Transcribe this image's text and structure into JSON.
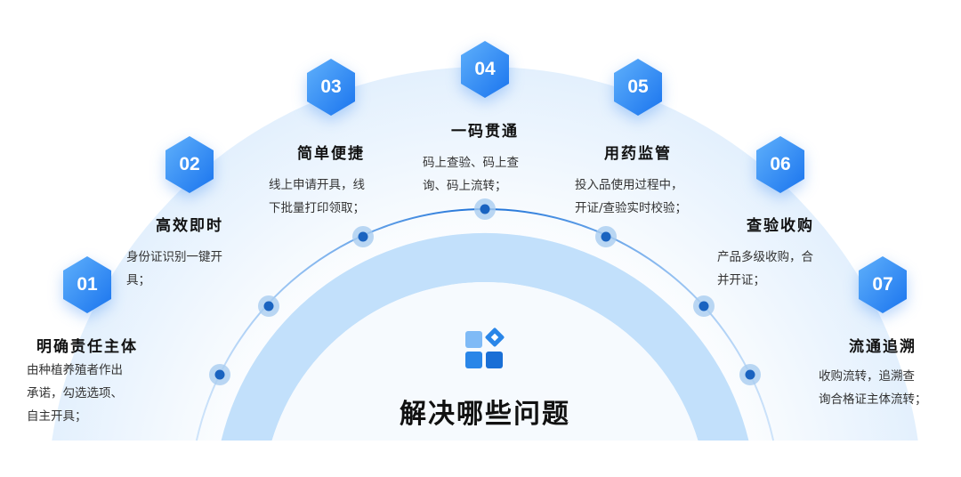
{
  "main_title": "解决哪些问题",
  "center_icon": "apps-grid-icon",
  "colors": {
    "accent": "#1e7ff0",
    "dot": "#1a63c0",
    "band": "#c2e0fb"
  },
  "items": [
    {
      "num": "01",
      "title": "明确责任主体",
      "lines": [
        "由种植养殖者作出",
        "承诺，勾选选项、",
        "自主开具；"
      ]
    },
    {
      "num": "02",
      "title": "高效即时",
      "lines": [
        "身份证识别一键开",
        "具；"
      ]
    },
    {
      "num": "03",
      "title": "简单便捷",
      "lines": [
        "线上申请开具，线",
        "下批量打印领取；"
      ]
    },
    {
      "num": "04",
      "title": "一码贯通",
      "lines": [
        "码上查验、码上查",
        "询、码上流转；"
      ]
    },
    {
      "num": "05",
      "title": "用药监管",
      "lines": [
        "投入品使用过程中，",
        "开证/查验实时校验；"
      ]
    },
    {
      "num": "06",
      "title": "查验收购",
      "lines": [
        "产品多级收购，合",
        "并开证；"
      ]
    },
    {
      "num": "07",
      "title": "流通追溯",
      "lines": [
        "收购流转，追溯查",
        "询合格证主体流转；"
      ]
    }
  ]
}
